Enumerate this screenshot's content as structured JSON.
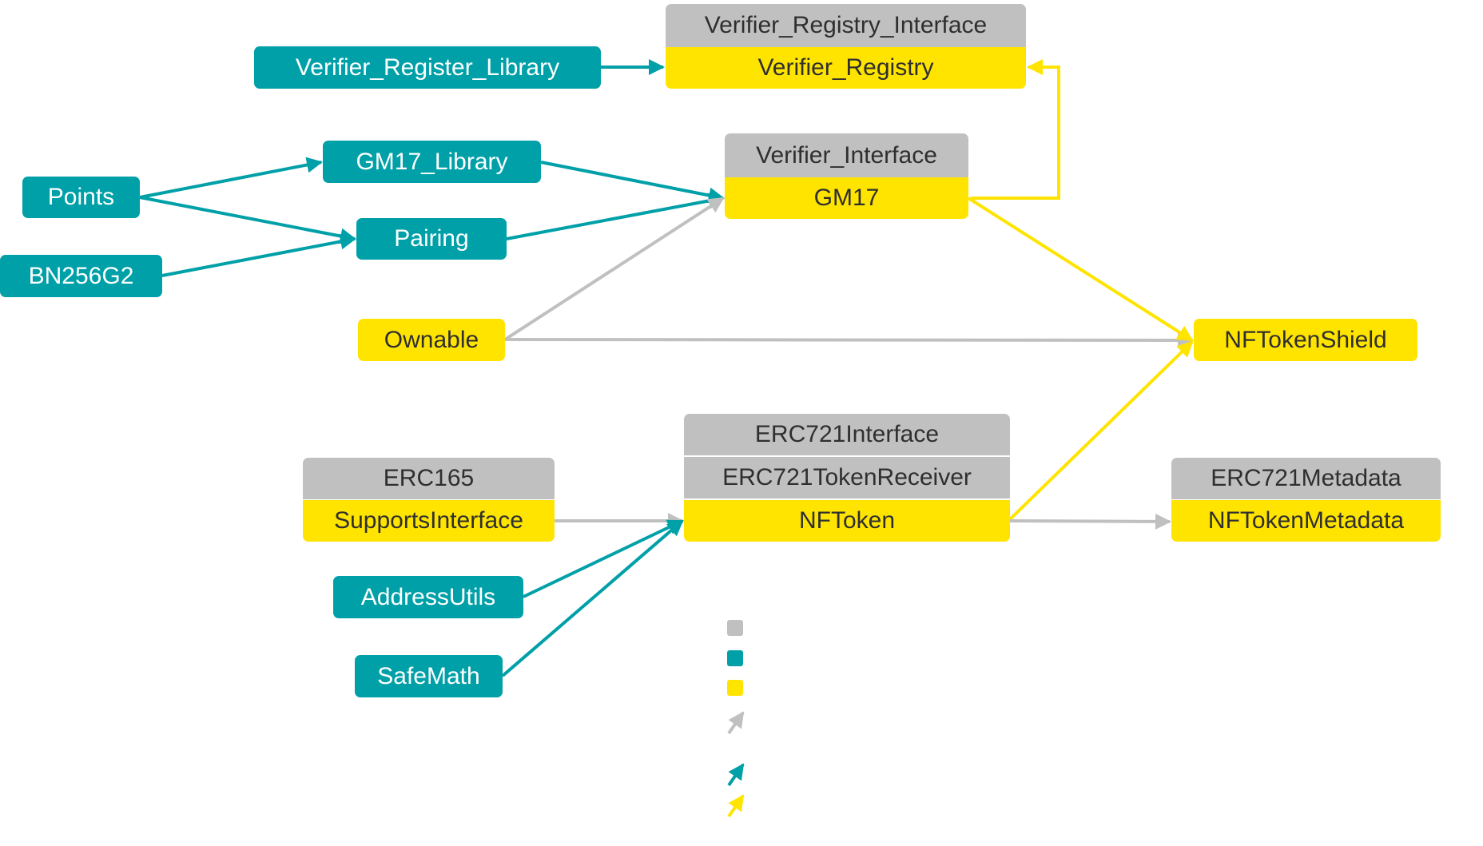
{
  "colors": {
    "interface": "#C0C0C0",
    "library": "#00A0A8",
    "contract": "#FFE400"
  },
  "nodes": {
    "verifier_registry_interface": "Verifier_Registry_Interface",
    "verifier_registry": "Verifier_Registry",
    "verifier_register_library": "Verifier_Register_Library",
    "gm17_library": "GM17_Library",
    "points": "Points",
    "pairing": "Pairing",
    "bn256g2": "BN256G2",
    "verifier_interface": "Verifier_Interface",
    "gm17": "GM17",
    "ownable": "Ownable",
    "nftokenshield": "NFTokenShield",
    "erc721interface": "ERC721Interface",
    "erc721tokenreceiver": "ERC721TokenReceiver",
    "nftoken": "NFToken",
    "erc165": "ERC165",
    "supportsinterface": "SupportsInterface",
    "erc721metadata": "ERC721Metadata",
    "nftokenmetadata": "NFTokenMetadata",
    "addressutils": "AddressUtils",
    "safemath": "SafeMath"
  },
  "edges": [
    {
      "from": "verifier_register_library",
      "to": "verifier_registry",
      "kind": "library"
    },
    {
      "from": "points",
      "to": "gm17_library",
      "kind": "library"
    },
    {
      "from": "points",
      "to": "pairing",
      "kind": "library"
    },
    {
      "from": "bn256g2",
      "to": "pairing",
      "kind": "library"
    },
    {
      "from": "gm17_library",
      "to": "gm17",
      "kind": "library"
    },
    {
      "from": "pairing",
      "to": "gm17",
      "kind": "library"
    },
    {
      "from": "ownable",
      "to": "gm17",
      "kind": "inherit"
    },
    {
      "from": "ownable",
      "to": "nftokenshield",
      "kind": "inherit"
    },
    {
      "from": "gm17",
      "to": "verifier_registry",
      "kind": "contract"
    },
    {
      "from": "gm17",
      "to": "nftokenshield",
      "kind": "contract"
    },
    {
      "from": "nftoken",
      "to": "nftokenshield",
      "kind": "contract"
    },
    {
      "from": "supportsinterface",
      "to": "nftoken",
      "kind": "inherit"
    },
    {
      "from": "addressutils",
      "to": "nftoken",
      "kind": "library"
    },
    {
      "from": "safemath",
      "to": "nftoken",
      "kind": "library"
    },
    {
      "from": "nftoken",
      "to": "nftokenmetadata",
      "kind": "inherit"
    }
  ],
  "edge_colors": {
    "inherit": "#C0C0C0",
    "library": "#00A0A8",
    "contract": "#FFE400"
  },
  "legend": [
    {
      "kind": "square",
      "color": "#C0C0C0"
    },
    {
      "kind": "square",
      "color": "#00A0A8"
    },
    {
      "kind": "square",
      "color": "#FFE400"
    },
    {
      "kind": "arrow",
      "color": "#C0C0C0"
    },
    {
      "kind": "arrow",
      "color": "#00A0A8"
    },
    {
      "kind": "arrow",
      "color": "#FFE400"
    }
  ]
}
